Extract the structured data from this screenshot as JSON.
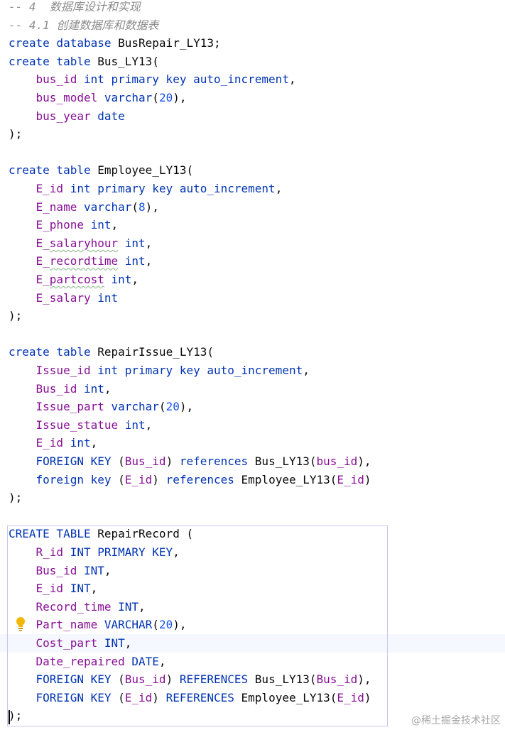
{
  "editor": {
    "lines": [
      [
        {
          "t": "-- 4  数据库设计和实现",
          "c": "cmt"
        }
      ],
      [
        {
          "t": "-- 4.1 创建数据库和数据表",
          "c": "cmt"
        }
      ],
      [
        {
          "t": "create database ",
          "c": "kw"
        },
        {
          "t": "BusRepair_LY13;",
          "c": "plain"
        }
      ],
      [
        {
          "t": "create table ",
          "c": "kw"
        },
        {
          "t": "Bus_LY13(",
          "c": "plain"
        }
      ],
      [
        {
          "t": "    ",
          "c": "plain"
        },
        {
          "t": "bus_id",
          "c": "fld"
        },
        {
          "t": " int primary key auto_increment",
          "c": "kw"
        },
        {
          "t": ",",
          "c": "plain"
        }
      ],
      [
        {
          "t": "    ",
          "c": "plain"
        },
        {
          "t": "bus_model",
          "c": "fld"
        },
        {
          "t": " varchar",
          "c": "kw"
        },
        {
          "t": "(",
          "c": "plain"
        },
        {
          "t": "20",
          "c": "num"
        },
        {
          "t": "),",
          "c": "plain"
        }
      ],
      [
        {
          "t": "    ",
          "c": "plain"
        },
        {
          "t": "bus_year",
          "c": "fld"
        },
        {
          "t": " date",
          "c": "kw"
        }
      ],
      [
        {
          "t": ");",
          "c": "plain"
        }
      ],
      [],
      [
        {
          "t": "create table ",
          "c": "kw"
        },
        {
          "t": "Employee_LY13(",
          "c": "plain"
        }
      ],
      [
        {
          "t": "    ",
          "c": "plain"
        },
        {
          "t": "E_id",
          "c": "fld"
        },
        {
          "t": " int primary key auto_increment",
          "c": "kw"
        },
        {
          "t": ",",
          "c": "plain"
        }
      ],
      [
        {
          "t": "    ",
          "c": "plain"
        },
        {
          "t": "E_name",
          "c": "fld"
        },
        {
          "t": " varchar",
          "c": "kw"
        },
        {
          "t": "(",
          "c": "plain"
        },
        {
          "t": "8",
          "c": "num"
        },
        {
          "t": "),",
          "c": "plain"
        }
      ],
      [
        {
          "t": "    ",
          "c": "plain"
        },
        {
          "t": "E_phone",
          "c": "fld"
        },
        {
          "t": " int",
          "c": "kw"
        },
        {
          "t": ",",
          "c": "plain"
        }
      ],
      [
        {
          "t": "    ",
          "c": "plain"
        },
        {
          "t": "E_",
          "c": "fld"
        },
        {
          "t": "salaryhour",
          "c": "fld typo"
        },
        {
          "t": " int",
          "c": "kw"
        },
        {
          "t": ",",
          "c": "plain"
        }
      ],
      [
        {
          "t": "    ",
          "c": "plain"
        },
        {
          "t": "E_",
          "c": "fld"
        },
        {
          "t": "recordtime",
          "c": "fld typo"
        },
        {
          "t": " int",
          "c": "kw"
        },
        {
          "t": ",",
          "c": "plain"
        }
      ],
      [
        {
          "t": "    ",
          "c": "plain"
        },
        {
          "t": "E_",
          "c": "fld"
        },
        {
          "t": "partcost",
          "c": "fld typo"
        },
        {
          "t": " int",
          "c": "kw"
        },
        {
          "t": ",",
          "c": "plain"
        }
      ],
      [
        {
          "t": "    ",
          "c": "plain"
        },
        {
          "t": "E_salary",
          "c": "fld"
        },
        {
          "t": " int",
          "c": "kw"
        }
      ],
      [
        {
          "t": ");",
          "c": "plain"
        }
      ],
      [],
      [
        {
          "t": "create table ",
          "c": "kw"
        },
        {
          "t": "RepairIssue_LY13(",
          "c": "plain"
        }
      ],
      [
        {
          "t": "    ",
          "c": "plain"
        },
        {
          "t": "Issue_id",
          "c": "fld"
        },
        {
          "t": " int primary key auto_increment",
          "c": "kw"
        },
        {
          "t": ",",
          "c": "plain"
        }
      ],
      [
        {
          "t": "    ",
          "c": "plain"
        },
        {
          "t": "Bus_id",
          "c": "fld"
        },
        {
          "t": " int",
          "c": "kw"
        },
        {
          "t": ",",
          "c": "plain"
        }
      ],
      [
        {
          "t": "    ",
          "c": "plain"
        },
        {
          "t": "Issue_part",
          "c": "fld"
        },
        {
          "t": " varchar",
          "c": "kw"
        },
        {
          "t": "(",
          "c": "plain"
        },
        {
          "t": "20",
          "c": "num"
        },
        {
          "t": "),",
          "c": "plain"
        }
      ],
      [
        {
          "t": "    ",
          "c": "plain"
        },
        {
          "t": "Issue_statue",
          "c": "fld"
        },
        {
          "t": " int",
          "c": "kw"
        },
        {
          "t": ",",
          "c": "plain"
        }
      ],
      [
        {
          "t": "    ",
          "c": "plain"
        },
        {
          "t": "E_id",
          "c": "fld"
        },
        {
          "t": " int",
          "c": "kw"
        },
        {
          "t": ",",
          "c": "plain"
        }
      ],
      [
        {
          "t": "    ",
          "c": "plain"
        },
        {
          "t": "FOREIGN KEY ",
          "c": "kw"
        },
        {
          "t": "(",
          "c": "plain"
        },
        {
          "t": "Bus_id",
          "c": "fld"
        },
        {
          "t": ") ",
          "c": "plain"
        },
        {
          "t": "references ",
          "c": "kw"
        },
        {
          "t": "Bus_LY13(",
          "c": "plain"
        },
        {
          "t": "bus_id",
          "c": "fld"
        },
        {
          "t": "),",
          "c": "plain"
        }
      ],
      [
        {
          "t": "    ",
          "c": "plain"
        },
        {
          "t": "foreign key ",
          "c": "kw"
        },
        {
          "t": "(",
          "c": "plain"
        },
        {
          "t": "E_id",
          "c": "fld"
        },
        {
          "t": ") ",
          "c": "plain"
        },
        {
          "t": "references ",
          "c": "kw"
        },
        {
          "t": "Employee_LY13(",
          "c": "plain"
        },
        {
          "t": "E_id",
          "c": "fld"
        },
        {
          "t": ")",
          "c": "plain"
        }
      ],
      [
        {
          "t": ");",
          "c": "plain"
        }
      ],
      [],
      [
        {
          "t": "CREATE TABLE ",
          "c": "kw"
        },
        {
          "t": "RepairRecord (",
          "c": "plain"
        }
      ],
      [
        {
          "t": "    ",
          "c": "plain"
        },
        {
          "t": "R_id",
          "c": "fld"
        },
        {
          "t": " INT PRIMARY KEY",
          "c": "kw"
        },
        {
          "t": ",",
          "c": "plain"
        }
      ],
      [
        {
          "t": "    ",
          "c": "plain"
        },
        {
          "t": "Bus_id",
          "c": "fld"
        },
        {
          "t": " INT",
          "c": "kw"
        },
        {
          "t": ",",
          "c": "plain"
        }
      ],
      [
        {
          "t": "    ",
          "c": "plain"
        },
        {
          "t": "E_id",
          "c": "fld"
        },
        {
          "t": " INT",
          "c": "kw"
        },
        {
          "t": ",",
          "c": "plain"
        }
      ],
      [
        {
          "t": "    ",
          "c": "plain"
        },
        {
          "t": "Record_time",
          "c": "fld"
        },
        {
          "t": " INT",
          "c": "kw"
        },
        {
          "t": ",",
          "c": "plain"
        }
      ],
      [
        {
          "t": "    ",
          "c": "plain"
        },
        {
          "t": "Part_name",
          "c": "fld"
        },
        {
          "t": " VARCHAR",
          "c": "kw"
        },
        {
          "t": "(",
          "c": "plain"
        },
        {
          "t": "20",
          "c": "num"
        },
        {
          "t": "),",
          "c": "plain"
        }
      ],
      [
        {
          "t": "    ",
          "c": "plain"
        },
        {
          "t": "Cost_part",
          "c": "fld"
        },
        {
          "t": " INT",
          "c": "kw"
        },
        {
          "t": ",",
          "c": "plain"
        }
      ],
      [
        {
          "t": "    ",
          "c": "plain"
        },
        {
          "t": "Date_repaired",
          "c": "fld"
        },
        {
          "t": " DATE",
          "c": "kw"
        },
        {
          "t": ",",
          "c": "plain"
        }
      ],
      [
        {
          "t": "    ",
          "c": "plain"
        },
        {
          "t": "FOREIGN KEY ",
          "c": "kw"
        },
        {
          "t": "(",
          "c": "plain"
        },
        {
          "t": "Bus_id",
          "c": "fld"
        },
        {
          "t": ") ",
          "c": "plain"
        },
        {
          "t": "REFERENCES ",
          "c": "kw"
        },
        {
          "t": "Bus_LY13(",
          "c": "plain"
        },
        {
          "t": "Bus_id",
          "c": "fld"
        },
        {
          "t": "),",
          "c": "plain"
        }
      ],
      [
        {
          "t": "    ",
          "c": "plain"
        },
        {
          "t": "FOREIGN KEY ",
          "c": "kw"
        },
        {
          "t": "(",
          "c": "plain"
        },
        {
          "t": "E_id",
          "c": "fld"
        },
        {
          "t": ") ",
          "c": "plain"
        },
        {
          "t": "REFERENCES ",
          "c": "kw"
        },
        {
          "t": "Employee_LY13(",
          "c": "plain"
        },
        {
          "t": "E_id",
          "c": "fld"
        },
        {
          "t": ")",
          "c": "plain"
        }
      ],
      [
        {
          "t": ");",
          "c": "plain"
        }
      ]
    ],
    "highlighted_line": 35,
    "colors": {
      "keyword": "#0033b3",
      "field": "#871094",
      "number": "#1750eb",
      "comment": "#8c8c8c",
      "plain": "#080808"
    },
    "intention_icon": "lightbulb-icon"
  },
  "watermark": {
    "text": "@稀土掘金技术社区"
  }
}
